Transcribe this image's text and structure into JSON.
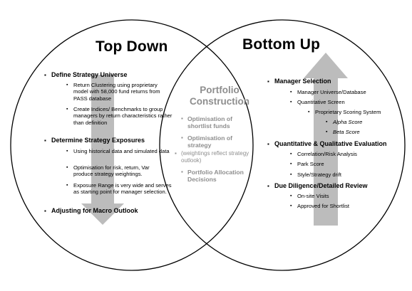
{
  "left": {
    "title": "Top Down",
    "sections": [
      {
        "heading": "Define Strategy Universe",
        "items": [
          "Return Clustering using proprietary model with 58,000 fund returns from PASS database",
          "Create Indices/ Benchmarks to group managers by return characteristics rather than definition"
        ]
      },
      {
        "heading": "Determine Strategy Exposures",
        "items": [
          "Using historical data and simulated data",
          "Optimisation for risk, return, Var produce strategy weightings.",
          "Exposure Range is very wide and serves as starting point for manager selection."
        ]
      },
      {
        "heading": "Adjusting for Macro Outlook",
        "items": []
      }
    ]
  },
  "center": {
    "title_line1": "Portfolio",
    "title_line2": "Construction",
    "items": [
      {
        "main": "Optimisation of shortlist funds",
        "sub": ""
      },
      {
        "main": "Optimisation of strategy",
        "sub": "(weightings reflect strategy outlook)"
      },
      {
        "main": "Portfolio Allocation Decisions",
        "sub": ""
      }
    ]
  },
  "right": {
    "title": "Bottom Up",
    "sections": [
      {
        "heading": "Manager Selection",
        "items": [
          "Manager Universe/Database",
          "Quantitative Screen"
        ],
        "subitems": [
          "Proprietary Scoring System"
        ],
        "subsubitems": [
          "Alpha Score",
          "Beta Score"
        ]
      },
      {
        "heading": "Quantitative & Qualitative Evaluation",
        "items": [
          "Correlation/Risk Analysis",
          "Park Score",
          "Style/Strategy drift"
        ]
      },
      {
        "heading": "Due Diligence/Detailed Review",
        "items": [
          "On-site Visits",
          "Approved for Shortlist"
        ]
      }
    ]
  },
  "colors": {
    "arrow": "#bcbcbc",
    "circle": "#000000",
    "center_text": "#8e8e8e"
  },
  "icons": {
    "down_arrow": "down-arrow",
    "up_arrow": "up-arrow"
  }
}
